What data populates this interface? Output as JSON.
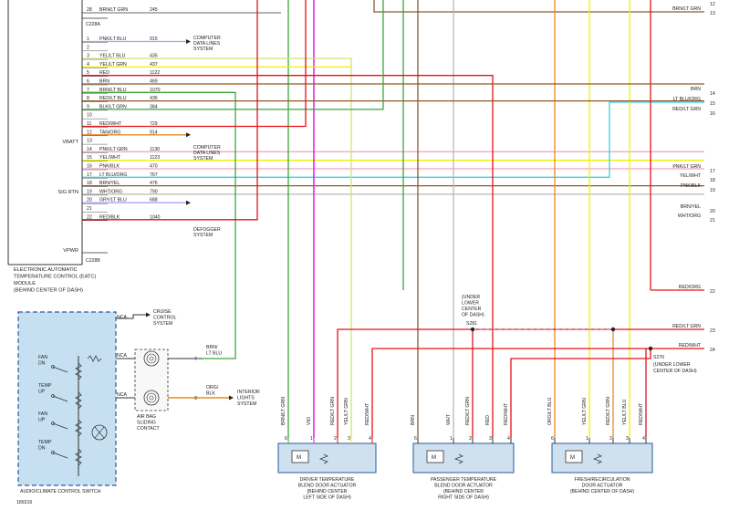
{
  "module": {
    "connector_a": "C228A",
    "connector_b": "C228B",
    "label_lines": [
      "ELECTRONIC AUTOMATIC",
      "TEMPERATURE CONTROL (EATC)",
      "MODULE",
      "(BEHIND CENTER OF DASH)"
    ],
    "side_labels": {
      "vbatt": "VBATT",
      "sig_rtn": "SIG RTN",
      "vpwr": "VPWR"
    },
    "top_row": {
      "pin": "28",
      "color": "BRN/LT GRN",
      "circuit": "245"
    },
    "pins": [
      {
        "pin": "1",
        "color": "PNK/LT BLU",
        "circuit": "915"
      },
      {
        "pin": "2",
        "color": "",
        "circuit": ""
      },
      {
        "pin": "3",
        "color": "YEL/LT BLU",
        "circuit": "435"
      },
      {
        "pin": "4",
        "color": "YEL/LT GRN",
        "circuit": "437"
      },
      {
        "pin": "5",
        "color": "RED",
        "circuit": "1122"
      },
      {
        "pin": "6",
        "color": "BRN",
        "circuit": "469"
      },
      {
        "pin": "7",
        "color": "BRN/LT BLU",
        "circuit": "1070"
      },
      {
        "pin": "8",
        "color": "RED/LT BLU",
        "circuit": "436"
      },
      {
        "pin": "9",
        "color": "BLK/LT GRN",
        "circuit": "384"
      },
      {
        "pin": "10",
        "color": "",
        "circuit": ""
      },
      {
        "pin": "11",
        "color": "RED/WHT",
        "circuit": "729"
      },
      {
        "pin": "12",
        "color": "TAN/ORG",
        "circuit": "914"
      },
      {
        "pin": "13",
        "color": "",
        "circuit": ""
      },
      {
        "pin": "14",
        "color": "PNK/LT GRN",
        "circuit": "1130"
      },
      {
        "pin": "15",
        "color": "YEL/WHT",
        "circuit": "1123"
      },
      {
        "pin": "16",
        "color": "PNK/BLK",
        "circuit": "470"
      },
      {
        "pin": "17",
        "color": "LT BLU/ORG",
        "circuit": "767"
      },
      {
        "pin": "18",
        "color": "BRN/YEL",
        "circuit": "476"
      },
      {
        "pin": "19",
        "color": "WHT/ORG",
        "circuit": "790"
      },
      {
        "pin": "20",
        "color": "GRY/LT BLU",
        "circuit": "688"
      },
      {
        "pin": "21",
        "color": "",
        "circuit": ""
      },
      {
        "pin": "22",
        "color": "RED/BLK",
        "circuit": "1040"
      }
    ],
    "destinations": {
      "computer_data_lines_1": [
        "COMPUTER",
        "DATA LINES",
        "SYSTEM"
      ],
      "computer_data_lines_2": [
        "COMPUTER",
        "DATA LINES",
        "SYSTEM"
      ],
      "defogger": [
        "DEFOGGER",
        "SYSTEM"
      ]
    }
  },
  "right_edge": [
    {
      "num": "13",
      "label": "BRN/LT GRN"
    },
    {
      "num": "14",
      "label": "BRN"
    },
    {
      "num": "15",
      "label": "LT BLU/ORG"
    },
    {
      "num": "16",
      "label": "RED/LT GRN"
    },
    {
      "num": "17",
      "label": "PNK/LT GRN"
    },
    {
      "num": "18",
      "label": "YEL/WHT"
    },
    {
      "num": "19",
      "label": "PNK/BLK"
    },
    {
      "num": "20",
      "label": "BRN/YEL"
    },
    {
      "num": "21",
      "label": "WHT/ORG"
    },
    {
      "num": "22",
      "label": "RED/ORG"
    },
    {
      "num": "23",
      "label": "RED/LT GRN"
    },
    {
      "num": "24",
      "label": "RED/WHT"
    }
  ],
  "splices": {
    "s281": {
      "name": "S281",
      "desc": [
        "(UNDER",
        "LOWER",
        "CENTER",
        "OF DASH)"
      ]
    },
    "s276": {
      "name": "S276",
      "desc": [
        "(UNDER LOWER",
        "CENTER OF DASH)"
      ]
    }
  },
  "switch": {
    "label": "AUDIO/CLIMATE CONTROL SWITCH",
    "nca": "NCA",
    "buttons": [
      [
        "FAN",
        "DN"
      ],
      [
        "TEMP",
        "UP"
      ],
      [
        "FAN",
        "UP"
      ],
      [
        "TEMP",
        "DN"
      ]
    ],
    "cruise": [
      "CRUISE",
      "CONTROL",
      "SYSTEM"
    ],
    "wire7": {
      "pin": "7",
      "color": [
        "BRN/",
        "LT BLU"
      ]
    },
    "wire3": {
      "pin": "3",
      "color": [
        "ORG/",
        "BLK"
      ]
    },
    "interior_lights": [
      "INTERIOR",
      "LIGHTS",
      "SYSTEM"
    ],
    "clockspring": [
      "AIR BAG",
      "SLIDING",
      "CONTACT"
    ]
  },
  "actuators": [
    {
      "label": [
        "DRIVER TEMPERATURE",
        "BLEND DOOR ACTUATOR",
        "(BEHIND CENTER",
        "LEFT SIDE OF DASH)"
      ],
      "wires": [
        "BRN/LT GRN",
        "VIO",
        "RED/LT GRN",
        "YEL/LT GRN",
        "RED/WHT"
      ],
      "pins": [
        "6",
        "1",
        "2",
        "3",
        "4"
      ]
    },
    {
      "label": [
        "PASSENGER TEMPERATURE",
        "BLEND DOOR ACTUATOR",
        "(BEHIND CENTER",
        "RIGHT SIDE OF DASH)"
      ],
      "wires": [
        "BRN",
        "WHT",
        "RED/LT GRN",
        "RED",
        "RED/WHT"
      ],
      "pins": [
        "6",
        "1",
        "2",
        "3",
        "4"
      ]
    },
    {
      "label": [
        "FRESH/RECIRCULATION",
        "DOOR ACTUATOR",
        "(BEHIND CENTER OF DASH)"
      ],
      "wires": [
        "ORG/LT BLU",
        "YEL/LT GRN",
        "RED/LT GRN",
        "YEL/LT BLU",
        "RED/WHT"
      ],
      "pins": [
        "6",
        "1",
        "2",
        "3",
        "4"
      ]
    }
  ],
  "motor_label": "M",
  "figure_id": "189216",
  "colors": {
    "line": "#333333",
    "red": "#e8101a",
    "yellow": "#f0f000",
    "magenta": "#e020e0",
    "green": "#3aa63a",
    "brown": "#8b5a2b",
    "cyan": "#3fd0e0",
    "pink": "#f4a0c0",
    "orange": "#e88a20",
    "lavender": "#b0a0ff",
    "gray": "#b8b8b8",
    "lime": "#c8e870",
    "switch_fill": "#c6e0f2",
    "switch_border": "#2a5aa0"
  }
}
